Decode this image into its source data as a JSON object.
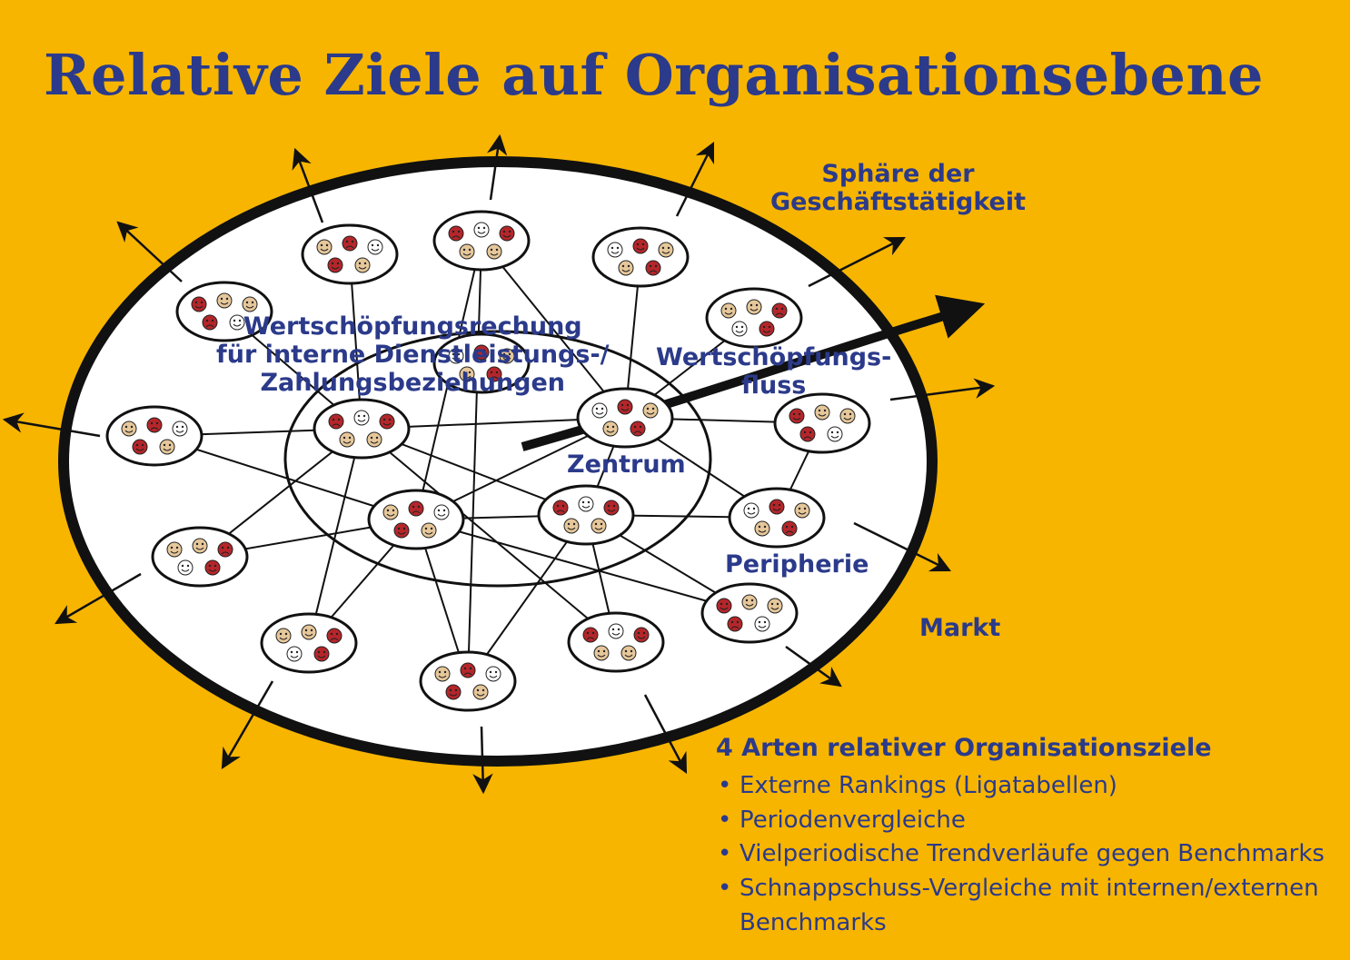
{
  "title": "Relative Ziele auf Organisationsebene",
  "labels": {
    "sphere_line1": "Sphäre der",
    "sphere_line2": "Geschäftstätigkeit",
    "value_calc_line1": "Wertschöpfungsrechung",
    "value_calc_line2": "für interne Dienstleistungs-/",
    "value_calc_line3": "Zahlungsbeziehungen",
    "value_flow_line1": "Wertschöpfungs-",
    "value_flow_line2": "fluss",
    "center": "Zentrum",
    "periphery": "Peripherie",
    "market": "Markt"
  },
  "goals": {
    "heading": "4 Arten relativer Organisationsziele",
    "items": [
      "Externe Rankings (Ligatabellen)",
      "Periodenvergleiche",
      "Vielperiodische Trendverläufe gegen Benchmarks",
      "Schnappschuss-Vergleiche mit internen/externen",
      "Benchmarks"
    ]
  },
  "colors": {
    "background": "#F7B500",
    "text": "#2B3A8A",
    "face_red": "#B5262A",
    "face_beige": "#E6C79A"
  }
}
